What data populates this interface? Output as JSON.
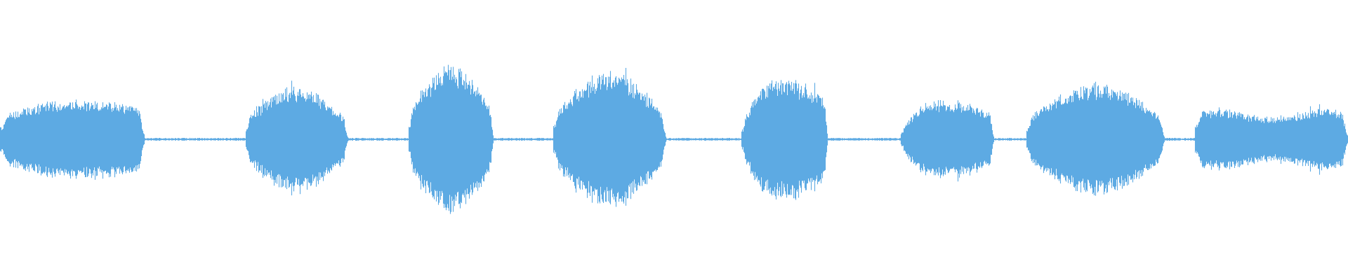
{
  "waveform": {
    "color": "#5DAAE3",
    "background": "#FFFFFF",
    "segments": [
      {
        "start": 0.0,
        "end": 0.107,
        "peak": 0.36,
        "shape": "ramp"
      },
      {
        "start": 0.182,
        "end": 0.258,
        "peak": 0.45,
        "shape": "dome"
      },
      {
        "start": 0.303,
        "end": 0.366,
        "peak": 0.62,
        "shape": "dome"
      },
      {
        "start": 0.41,
        "end": 0.494,
        "peak": 0.57,
        "shape": "dome"
      },
      {
        "start": 0.55,
        "end": 0.614,
        "peak": 0.51,
        "shape": "rise"
      },
      {
        "start": 0.668,
        "end": 0.737,
        "peak": 0.33,
        "shape": "rise"
      },
      {
        "start": 0.761,
        "end": 0.864,
        "peak": 0.47,
        "shape": "dome"
      },
      {
        "start": 0.886,
        "end": 1.0,
        "peak": 0.26,
        "shape": "flat"
      }
    ],
    "silence_level": 0.012
  }
}
